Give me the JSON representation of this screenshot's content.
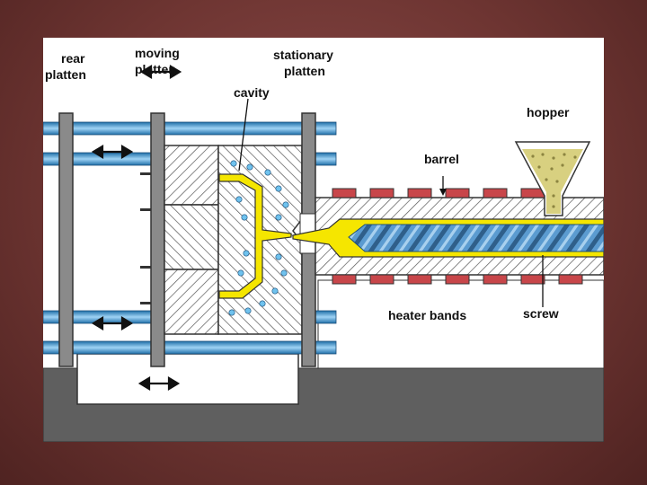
{
  "labels": {
    "rear_platten_1": "rear",
    "rear_platten_2": "platten",
    "moving_platten_1": "moving",
    "moving_platten_2": "platten",
    "stationary_platten_1": "stationary",
    "stationary_platten_2": "platten",
    "cavity": "cavity",
    "hopper": "hopper",
    "barrel": "barrel",
    "heater_bands": "heater bands",
    "screw": "screw"
  },
  "colors": {
    "background": "#6e3532",
    "panel": "#ffffff",
    "tie_bar": "#4aa3d6",
    "platten": "#8a8a8a",
    "base": "#606060",
    "plastic_melt": "#f5e600",
    "heater": "#c8464a",
    "pellets": "#d8d080"
  }
}
